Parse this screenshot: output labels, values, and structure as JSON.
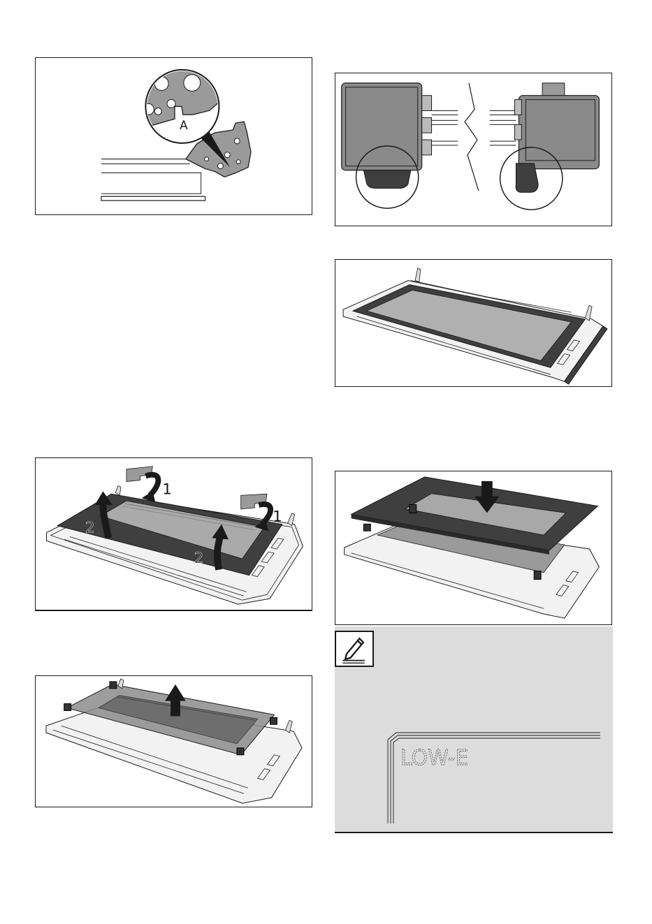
{
  "figures": {
    "hinge_detail": {
      "callout_label": "A"
    },
    "lift_off_inner_pane": {
      "step_one": "1",
      "step_two": "2"
    }
  },
  "note": {
    "icon": "pencil-note-icon",
    "glass_marking": "LOW-E"
  },
  "colors": {
    "panel_dark": "#3f3f3f",
    "glass_grey": "#bdbdbd",
    "note_background": "#dcdcdc",
    "line": "#1a1a1a"
  }
}
